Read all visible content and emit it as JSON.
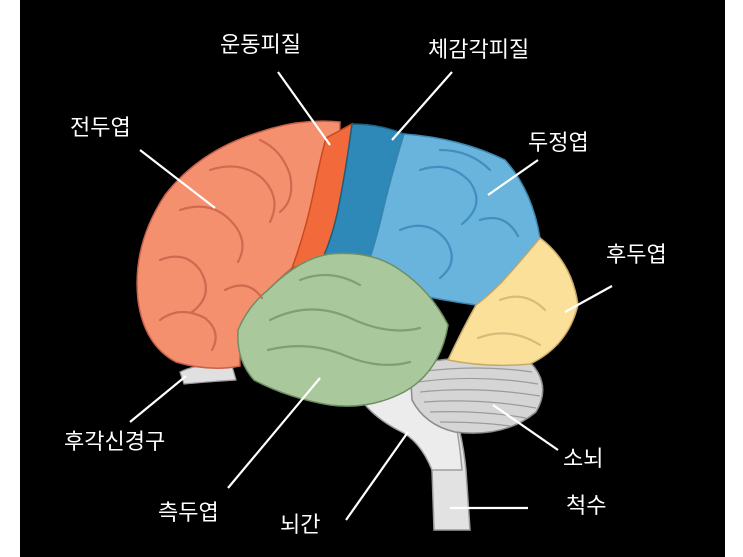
{
  "labels": {
    "motor_cortex": "운동피질",
    "somatosensory_cortex": "체감각피질",
    "frontal_lobe": "전두엽",
    "parietal_lobe": "두정엽",
    "occipital_lobe": "후두엽",
    "olfactory_bulb": "후각신경구",
    "cerebellum": "소뇌",
    "spinal_cord": "척수",
    "temporal_lobe": "측두엽",
    "brainstem": "뇌간"
  },
  "colors": {
    "background": "#000000",
    "frontal_lobe": "#f5906f",
    "motor_cortex": "#f26a3c",
    "somatosensory_cortex": "#2f89b8",
    "parietal_lobe": "#69b4dd",
    "occipital_lobe": "#fbe09a",
    "temporal_lobe": "#a9c89c",
    "cerebellum": "#d7d7d7",
    "brainstem": "#e6e6e6",
    "label_text": "#ffffff"
  }
}
